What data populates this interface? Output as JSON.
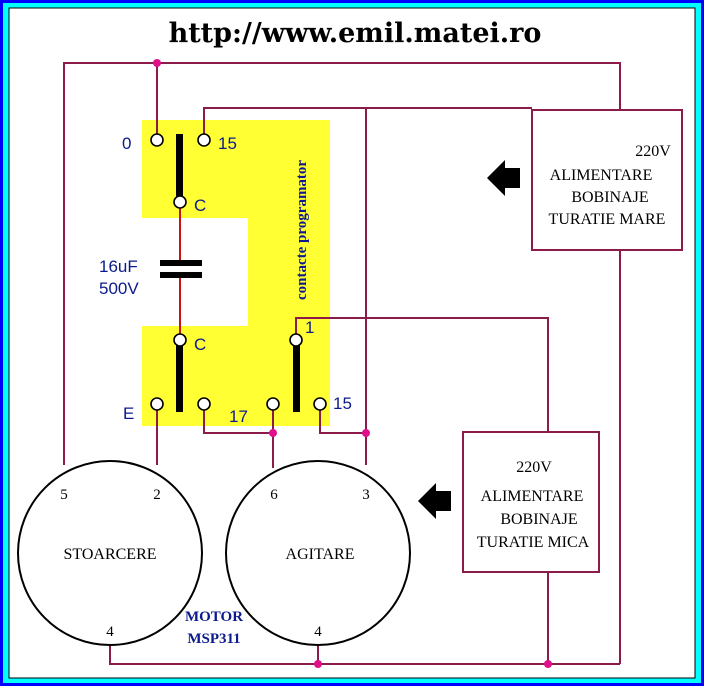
{
  "header": {
    "url": "http://www.emil.matei.ro"
  },
  "programmer": {
    "vertical_label": "contacte programator",
    "contacts": {
      "c0": "0",
      "c15_top": "15",
      "cC_top": "C",
      "cC_bottom": "C",
      "cE": "E",
      "c17": "17",
      "c1": "1",
      "c15_bottom": "15"
    }
  },
  "capacitor": {
    "capacitance": "16uF",
    "voltage": "500V"
  },
  "supply_high": {
    "voltage": "220V",
    "line1": "ALIMENTARE",
    "line2": "BOBINAJE",
    "line3": "TURATIE MARE"
  },
  "supply_low": {
    "voltage": "220V",
    "line1": "ALIMENTARE",
    "line2": "BOBINAJE",
    "line3": "TURATIE MICA"
  },
  "motor": {
    "label_line1": "MOTOR",
    "label_line2": "MSP311",
    "winding_stoarcere": {
      "name": "STOARCERE",
      "pin_a": "5",
      "pin_b": "2",
      "pin_c": "4"
    },
    "winding_agitare": {
      "name": "AGITARE",
      "pin_a": "6",
      "pin_b": "3",
      "pin_c": "4"
    }
  },
  "colors": {
    "background": "#00ffff",
    "frame": "#0000ff",
    "programmer_panel": "#ffff33",
    "wire": "#8b1c4a",
    "junction": "#e0108c",
    "label_text": "#0b1a8c"
  }
}
